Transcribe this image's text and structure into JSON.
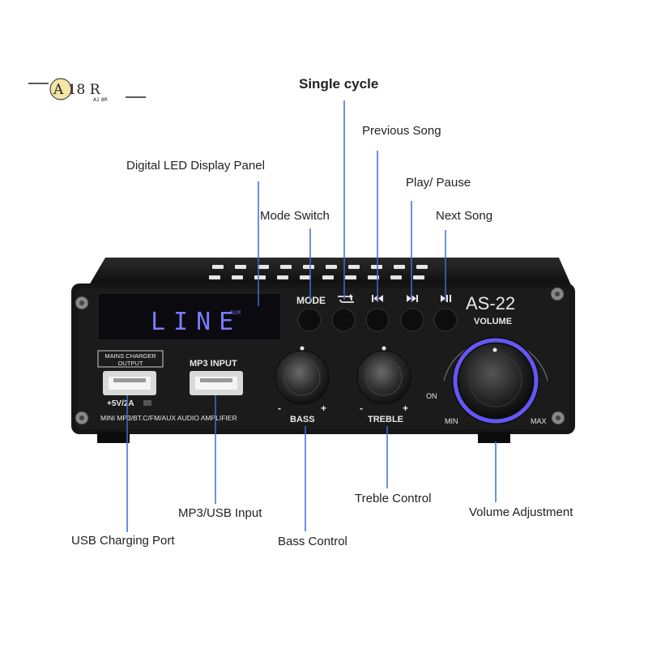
{
  "logo": {
    "text": "A 18 R",
    "sub": "A1 8R"
  },
  "callouts": {
    "single_cycle": "Single cycle",
    "previous_song": "Previous Song",
    "digital_led": "Digital LED Display Panel",
    "play_pause": "Play/ Pause",
    "mode_switch": "Mode Switch",
    "next_song": "Next Song",
    "mp3_usb_input": "MP3/USB Input",
    "treble_control": "Treble Control",
    "volume_adjustment": "Volume Adjustment",
    "usb_charging_port": "USB Charging Port",
    "bass_control": "Bass Control"
  },
  "device": {
    "display_text": "LINE",
    "display_badge": "AUX",
    "button_mode": "MODE",
    "model": "AS-22",
    "volume": "VOLUME",
    "mains_charger_line1": "MAINS CHARGER",
    "mains_charger_line2": "OUTPUT",
    "mp3_input": "MP3 INPUT",
    "charger_spec": "+5V/2A",
    "strip_text": "MINI MP3/BT.C/FM/AUX AUDIO AMPLIFIER",
    "bass": "BASS",
    "treble": "TREBLE",
    "on": "ON",
    "min": "MIN",
    "max": "MAX",
    "minus": "-",
    "plus": "+"
  },
  "colors": {
    "body": "#141414",
    "display_blue": "#7a7bff",
    "volume_ring": "#6a5cff",
    "leader_line": "#3a6fd1"
  }
}
